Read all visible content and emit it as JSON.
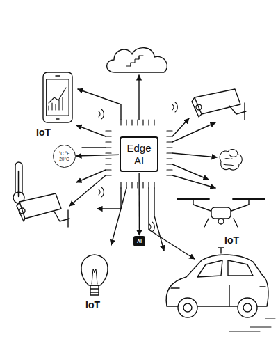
{
  "diagram": {
    "nodes": [
      {
        "text": [
          "Edge AI"
        ]
      },
      {
        "text": [
          "°C °F",
          "20°C"
        ]
      },
      {
        "text": [
          "AI"
        ]
      }
    ],
    "edges": [
      {
        "from": 0,
        "to": 1,
        "arrow": "to"
      },
      {
        "from": 0,
        "to": 2,
        "arrow": "to"
      }
    ],
    "labels": [
      "IoT",
      "IoT",
      "IoT"
    ]
  }
}
